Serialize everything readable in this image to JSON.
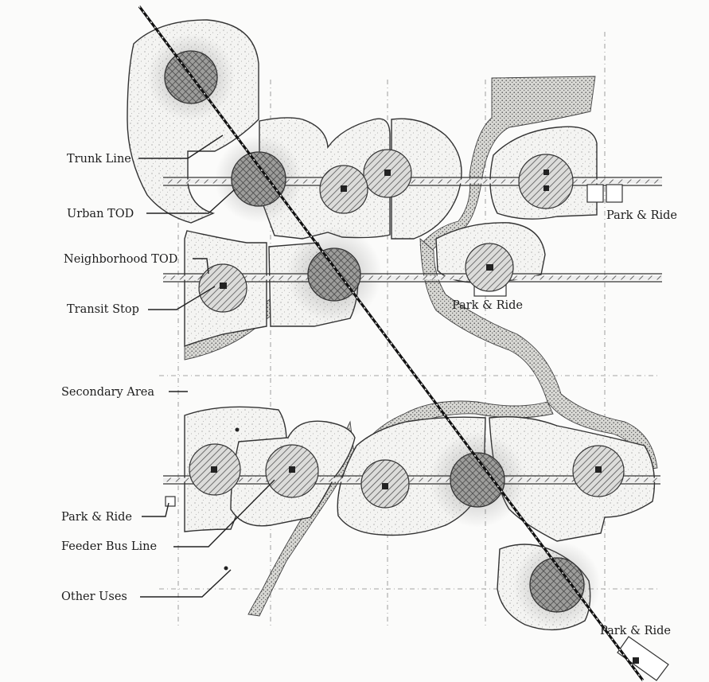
{
  "labels": {
    "trunk_line": "Trunk Line",
    "urban_tod": "Urban TOD",
    "neighborhood_tod": "Neighborhood TOD",
    "transit_stop": "Transit Stop",
    "secondary_area": "Secondary Area",
    "park_ride": "Park & Ride",
    "feeder_bus_line": "Feeder Bus Line",
    "other_uses": "Other Uses"
  },
  "colors": {
    "ink": "#1d1d1d",
    "paper": "#fbfbfa"
  }
}
